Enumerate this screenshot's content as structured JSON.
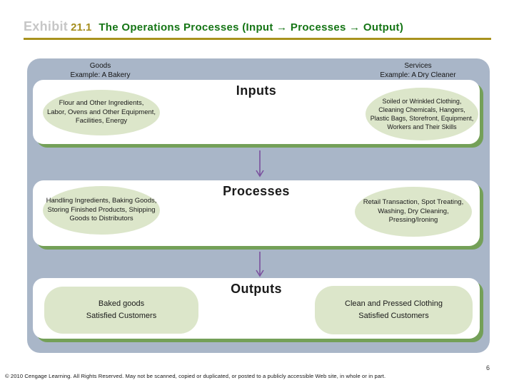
{
  "title": {
    "prefix": "Exhibit",
    "number": "21.1",
    "text": "The Operations Processes (Input → Processes → Output)"
  },
  "diagram": {
    "column_headers": {
      "goods_line1": "Goods",
      "goods_line2": "Example: A Bakery",
      "services_line1": "Services",
      "services_line2": "Example: A Dry Cleaner"
    },
    "rows": [
      {
        "label": "Inputs",
        "goods": "Flour and Other Ingredients,\nLabor, Ovens and Other Equipment,\nFacilities, Energy",
        "services": "Soiled or Wrinkled Clothing,\nCleaning Chemicals, Hangers,\nPlastic Bags, Storefront, Equipment,\nWorkers and Their Skills"
      },
      {
        "label": "Processes",
        "goods": "Handling Ingredients, Baking Goods,\nStoring Finished Products, Shipping\nGoods to Distributors",
        "services": "Retail Transaction, Spot Treating,\nWashing, Dry Cleaning,\nPressing/Ironing"
      },
      {
        "label": "Outputs",
        "goods": "Baked goods\nSatisfied Customers",
        "services": "Clean and Pressed Clothing\nSatisfied Customers"
      }
    ]
  },
  "footer": {
    "copyright": "© 2010 Cengage Learning. All Rights Reserved. May not be scanned, copied or duplicated, or posted to a publicly accessible Web site, in whole or in part.",
    "page_number": "6"
  },
  "colors": {
    "panel_background": "#a9b6c8",
    "band_shadow_green": "#74a058",
    "oval_fill": "#dce6ca",
    "arrow_purple": "#7a519e",
    "title_green": "#157515",
    "title_gold": "#a58e1e",
    "title_gray": "#c6c6c6",
    "rule_gold": "#a8921e"
  }
}
